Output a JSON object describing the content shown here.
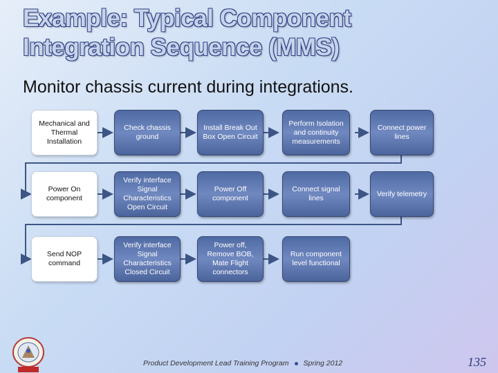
{
  "title": {
    "line1": "Example:  Typical Component",
    "line2": "Integration Sequence (MMS)"
  },
  "subtitle": "Monitor chassis current during integrations.",
  "flow": {
    "row1": [
      "Mechanical and Thermal Installation",
      "Check chassis ground",
      "Install Break Out Box Open Circuit",
      "Perform Isolation and continuity measurements",
      "Connect power lines"
    ],
    "row2": [
      "Power On component",
      "Verify interface Signal Characteristics Open Circuit",
      "Power Off component",
      "Connect signal lines",
      "Verify telemetry"
    ],
    "row3": [
      "Send NOP command",
      "Verify interface Signal Characteristics Closed Circuit",
      "Power off, Remove BOB, Mate Flight connectors",
      "Run component level functional"
    ]
  },
  "footer": {
    "left": "Product Development Lead Training Program",
    "right": "Spring 2012"
  },
  "page_number": "135",
  "colors": {
    "box_fill": "#5b73ab",
    "connector": "#3d5585",
    "title_fill": "#c6d3ea",
    "title_outline": "#2f3f86"
  }
}
